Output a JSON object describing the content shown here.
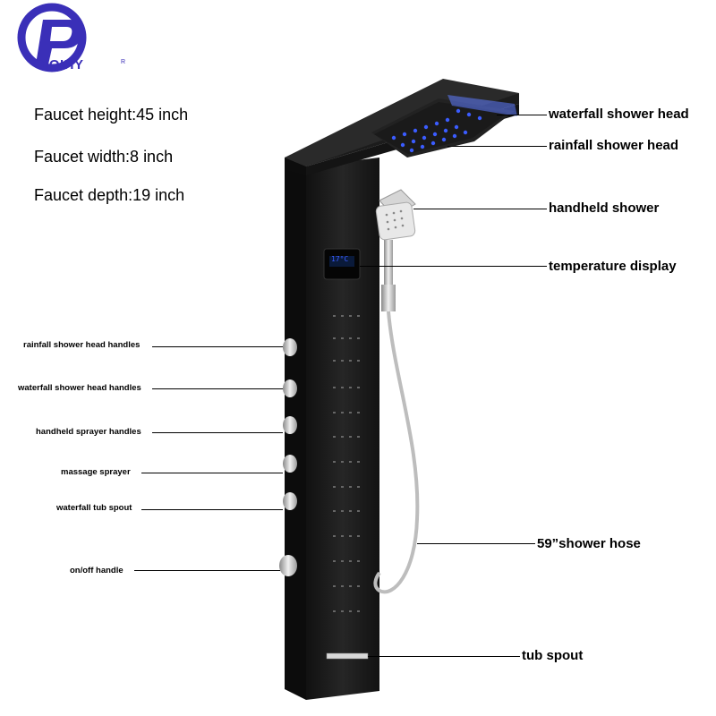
{
  "brand": {
    "name": "OIQIHY",
    "registered": "R",
    "color": "#3a2fb8"
  },
  "specs": {
    "height": "Faucet height:45 inch",
    "width": "Faucet width:8 inch",
    "depth": "Faucet depth:19 inch"
  },
  "callouts_right": {
    "waterfall_head": "waterfall shower head",
    "rainfall_head": "rainfall shower head",
    "handheld": "handheld shower",
    "temp_display": "temperature  display",
    "hose": "59”shower hose",
    "tub_spout": "tub spout"
  },
  "callouts_left": {
    "rainfall_handles": "rainfall shower head handles",
    "waterfall_handles": "waterfall shower head handles",
    "handheld_handles": "handheld sprayer handles",
    "massage": "massage sprayer",
    "waterfall_tub": "waterfall tub spout",
    "onoff": "on/off handle"
  },
  "display": {
    "readout": "17°C"
  },
  "colors": {
    "panel": "#1b1b1b",
    "chrome": "#c8c8c8",
    "led": "#3b5cff"
  }
}
